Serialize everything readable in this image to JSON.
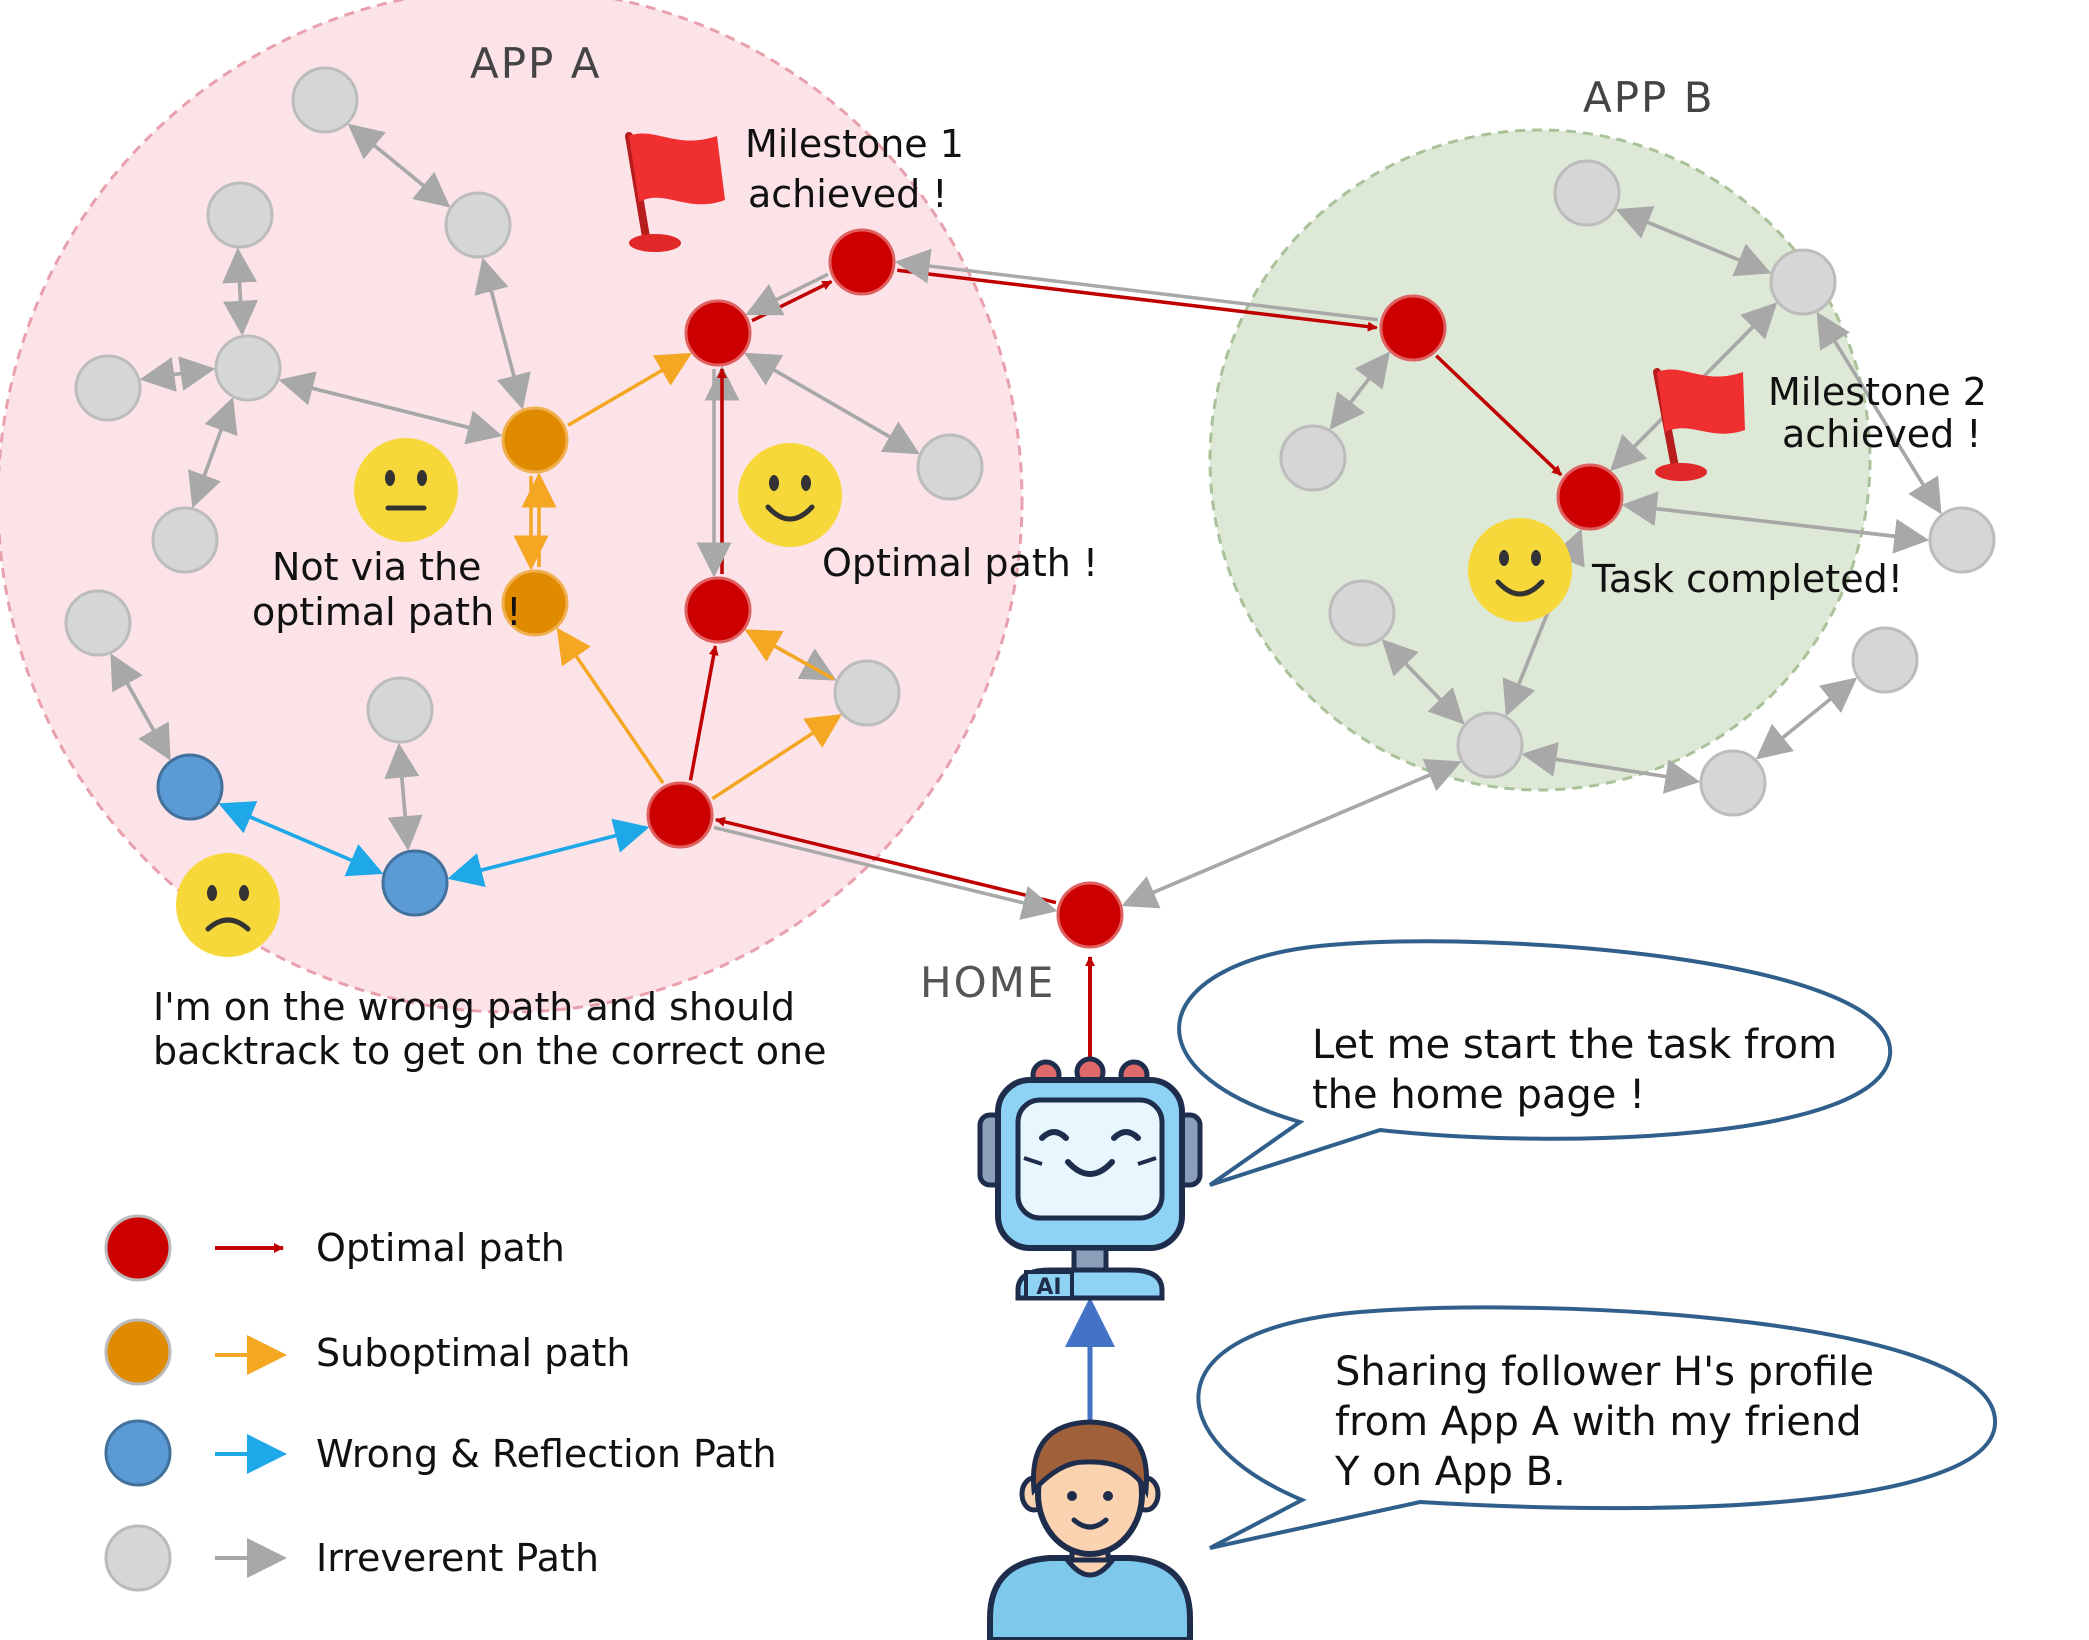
{
  "apps": {
    "a": {
      "title": "APP A"
    },
    "b": {
      "title": "APP B"
    },
    "home": {
      "title": "HOME"
    }
  },
  "annotations": {
    "milestone1": [
      "Milestone 1",
      "achieved !"
    ],
    "milestone2": [
      "Milestone 2",
      "achieved !"
    ],
    "not_optimal": [
      "Not via the",
      "optimal path !"
    ],
    "optimal": "Optimal path !",
    "task_completed": "Task completed!",
    "wrong_path": [
      "I'm on the wrong path and should",
      "backtrack to get on the correct one"
    ]
  },
  "bubbles": {
    "agent": [
      "Let me start the task from",
      "the home page !"
    ],
    "user": [
      "Sharing follower H's profile",
      "from App A with my friend",
      "Y on App B."
    ]
  },
  "icons": {
    "agent": "robot-ai-icon",
    "user": "person-avatar-icon",
    "flag": "flag-icon",
    "happy": "smiling-face-icon",
    "neutral": "neutral-face-icon",
    "sad": "sad-face-icon"
  },
  "legend": [
    {
      "key": "optimal",
      "label": "Optimal path",
      "node_color": "#cc0000",
      "arrow_color": "#c00000"
    },
    {
      "key": "suboptimal",
      "label": "Suboptimal path",
      "node_color": "#e08a00",
      "arrow_color": "#f5a623"
    },
    {
      "key": "wrong",
      "label": "Wrong & Reflection Path",
      "node_color": "#5b9bd5",
      "arrow_color": "#1ea8e8"
    },
    {
      "key": "irrelevant",
      "label": "Irreverent Path",
      "node_color": "#d6d6d6",
      "arrow_color": "#a8a8a8"
    }
  ],
  "colors": {
    "app_a_fill": "#fbe3e8",
    "app_a_stroke": "#e8a0ad",
    "app_b_fill": "#dde8d6",
    "app_b_stroke": "#a9c29a",
    "agent_arrow": "#c00000",
    "user_arrow": "#4472c4"
  }
}
